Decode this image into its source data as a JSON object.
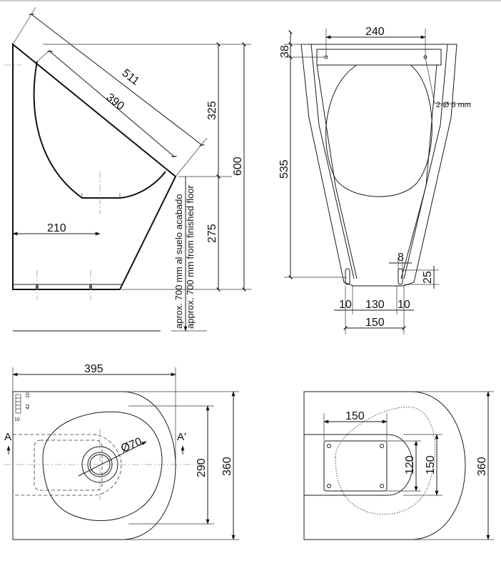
{
  "side_view": {
    "dim_slant_outer": "511",
    "dim_slant_inner": "390",
    "dim_upper": "325",
    "dim_total_height": "600",
    "dim_lower": "275",
    "dim_depth": "210",
    "note_es": "aprox. 700 mm al suelo acabado",
    "note_en": "approx. 700 mm from finished floor"
  },
  "front_view": {
    "dim_top_width": "240",
    "dim_top_height": "38",
    "dim_height": "535",
    "hole_label": "2-Ø 6 mm",
    "dim_slot_width": "8",
    "dim_slot_height": "25",
    "dim_left_gap": "10",
    "dim_center_gap": "130",
    "dim_right_gap": "10",
    "dim_bottom_width": "150"
  },
  "top_view": {
    "dim_length": "395",
    "dim_drain": "Ø70",
    "dim_inner_width": "290",
    "dim_outer_width": "360",
    "section_left": "A",
    "section_right": "A'",
    "detail_10a": "10",
    "detail_42": "42",
    "detail_10b": "10"
  },
  "bottom_view": {
    "dim_plate_width": "150",
    "dim_plate_height": "120",
    "dim_mount_height": "150",
    "dim_outer_width": "360"
  }
}
